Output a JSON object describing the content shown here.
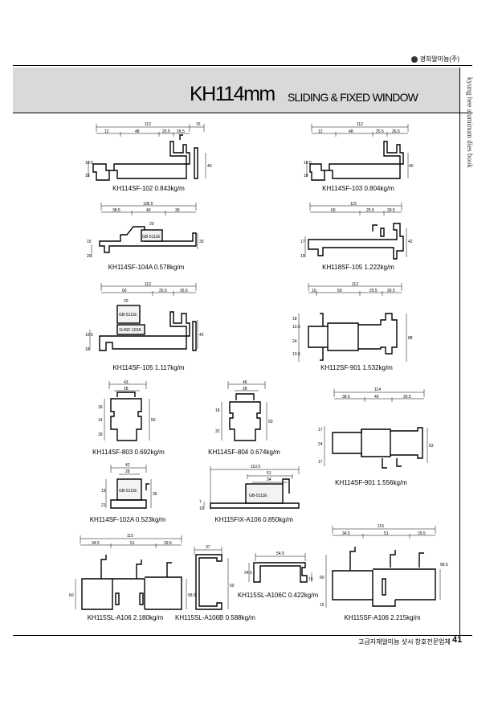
{
  "header": {
    "brand": "경희알미늄(주)",
    "title": "KH114mm",
    "subtitle": "SLIDING & FIXED WINDOW",
    "side_text": "kyung hee aluminum dies book"
  },
  "profiles": [
    {
      "id": "p1",
      "caption": "KH114SF-102  0.843kg/m",
      "dims": [
        "112",
        "15",
        "12",
        "48",
        "25.5",
        "26.5",
        "18",
        "10.5",
        "40"
      ]
    },
    {
      "id": "p2",
      "caption": "KH114SF-103  0.804kg/m",
      "dims": [
        "112",
        "12",
        "48",
        "25.5",
        "26.5",
        "18",
        "10.5",
        "40"
      ]
    },
    {
      "id": "p3",
      "caption": "KH114SF-104A  0.578kg/m",
      "dims": [
        "108.5",
        "38.5",
        "40",
        "30",
        "20",
        "GB-5111E",
        "20",
        "15",
        "33"
      ]
    },
    {
      "id": "p4",
      "caption": "KH118SF-105  1.222kg/m",
      "dims": [
        "115",
        "60",
        "25.5",
        "29.5",
        "19",
        "17",
        "42"
      ]
    },
    {
      "id": "p5",
      "caption": "KH114SF-105  1.117kg/m",
      "dims": [
        "112",
        "60",
        "25.5",
        "26.5",
        "20",
        "GB-5111E",
        "114SF-102A",
        "18",
        "10.5",
        "42"
      ]
    },
    {
      "id": "p6",
      "caption": "KH112SF-901  1.532kg/m",
      "dims": [
        "112",
        "10",
        "50",
        "25.5",
        "26.5",
        "18",
        "10.5",
        "24",
        "10.5",
        "88"
      ]
    },
    {
      "id": "p7",
      "caption": "KH114SF-803  0.692kg/m",
      "dims": [
        "43",
        "28",
        "18",
        "14",
        "18",
        "50"
      ]
    },
    {
      "id": "p8",
      "caption": "KH114SF-804  0.674kg/m",
      "dims": [
        "46",
        "28",
        "18",
        "32",
        "50"
      ]
    },
    {
      "id": "p9",
      "caption": "KH114SF-901  1.556kg/m",
      "dims": [
        "114",
        "38.5",
        "40",
        "35.5",
        "17",
        "24",
        "17",
        "63"
      ]
    },
    {
      "id": "p10",
      "caption": "KH114SF-102A  0.523kg/m",
      "dims": [
        "42",
        "28",
        "GB-5111E",
        "15",
        "21",
        "35"
      ]
    },
    {
      "id": "p11",
      "caption": "KH115FIX-A106  0.850kg/m",
      "dims": [
        "110.5",
        "51",
        "34",
        "GB-5111E",
        "7",
        "15"
      ]
    },
    {
      "id": "p12",
      "caption": "KH115SL-A106  2.180kg/m",
      "dims": [
        "115",
        "34.5",
        "51",
        "29.5",
        "60",
        "58.5"
      ]
    },
    {
      "id": "p13",
      "caption": "KH115SL-A106B  0.588kg/m",
      "dims": [
        "37",
        "60"
      ]
    },
    {
      "id": "p14",
      "caption": "KH115SL-A106C  0.422kg/m",
      "dims": [
        "54.5",
        "24.5",
        "15"
      ]
    },
    {
      "id": "p15",
      "caption": "KH115SF-A106  2.215kg/m",
      "dims": [
        "115",
        "34.5",
        "51",
        "29.5",
        "60",
        "58.5",
        "15"
      ]
    }
  ],
  "footer": {
    "text": "고급자재알미늄 샷시 창호전문업체",
    "page_number": "41"
  }
}
